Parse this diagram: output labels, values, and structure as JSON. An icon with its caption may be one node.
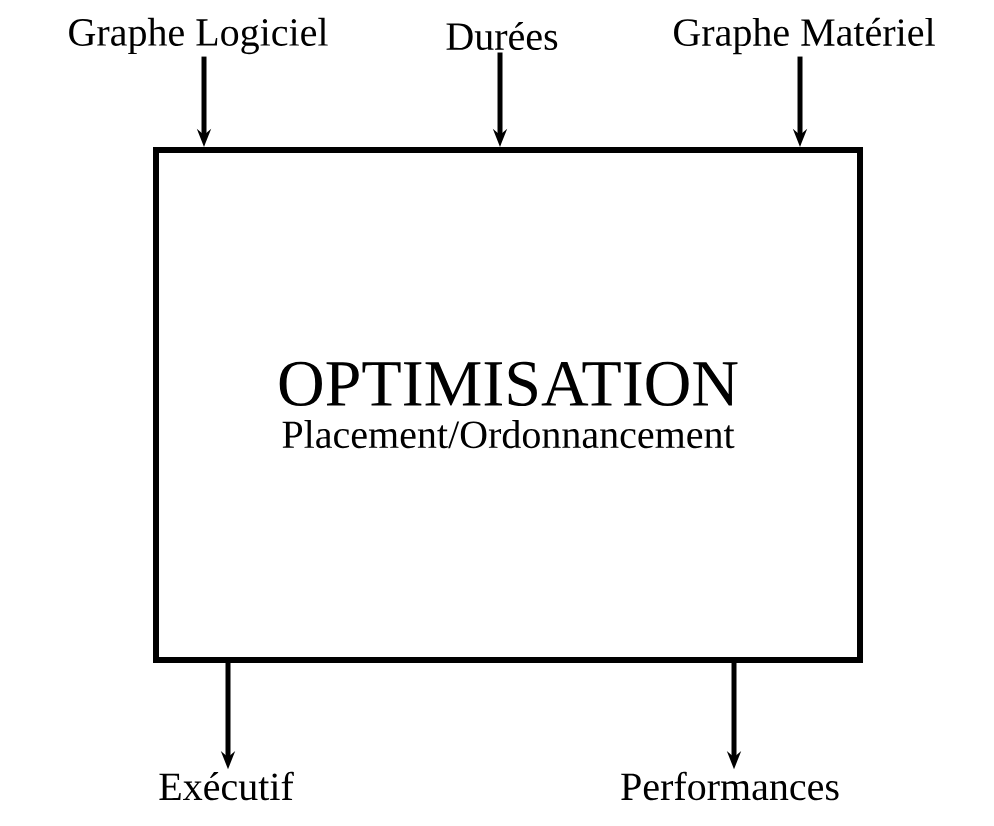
{
  "diagram": {
    "nodes": [
      {
        "text": [
          "Graphe Logiciel"
        ]
      },
      {
        "text": [
          "Durées"
        ]
      },
      {
        "text": [
          "Graphe Matériel"
        ]
      },
      {
        "text": [
          "OPTIMISATION",
          "Placement/Ordonnancement"
        ]
      },
      {
        "text": [
          "Exécutif"
        ]
      },
      {
        "text": [
          "Performances"
        ]
      }
    ],
    "edges": [
      {
        "from": 0,
        "to": 3,
        "arrow": "to"
      },
      {
        "from": 1,
        "to": 3,
        "arrow": "to"
      },
      {
        "from": 2,
        "to": 3,
        "arrow": "to"
      },
      {
        "from": 3,
        "to": 4,
        "arrow": "to"
      },
      {
        "from": 3,
        "to": 5,
        "arrow": "to"
      }
    ]
  }
}
